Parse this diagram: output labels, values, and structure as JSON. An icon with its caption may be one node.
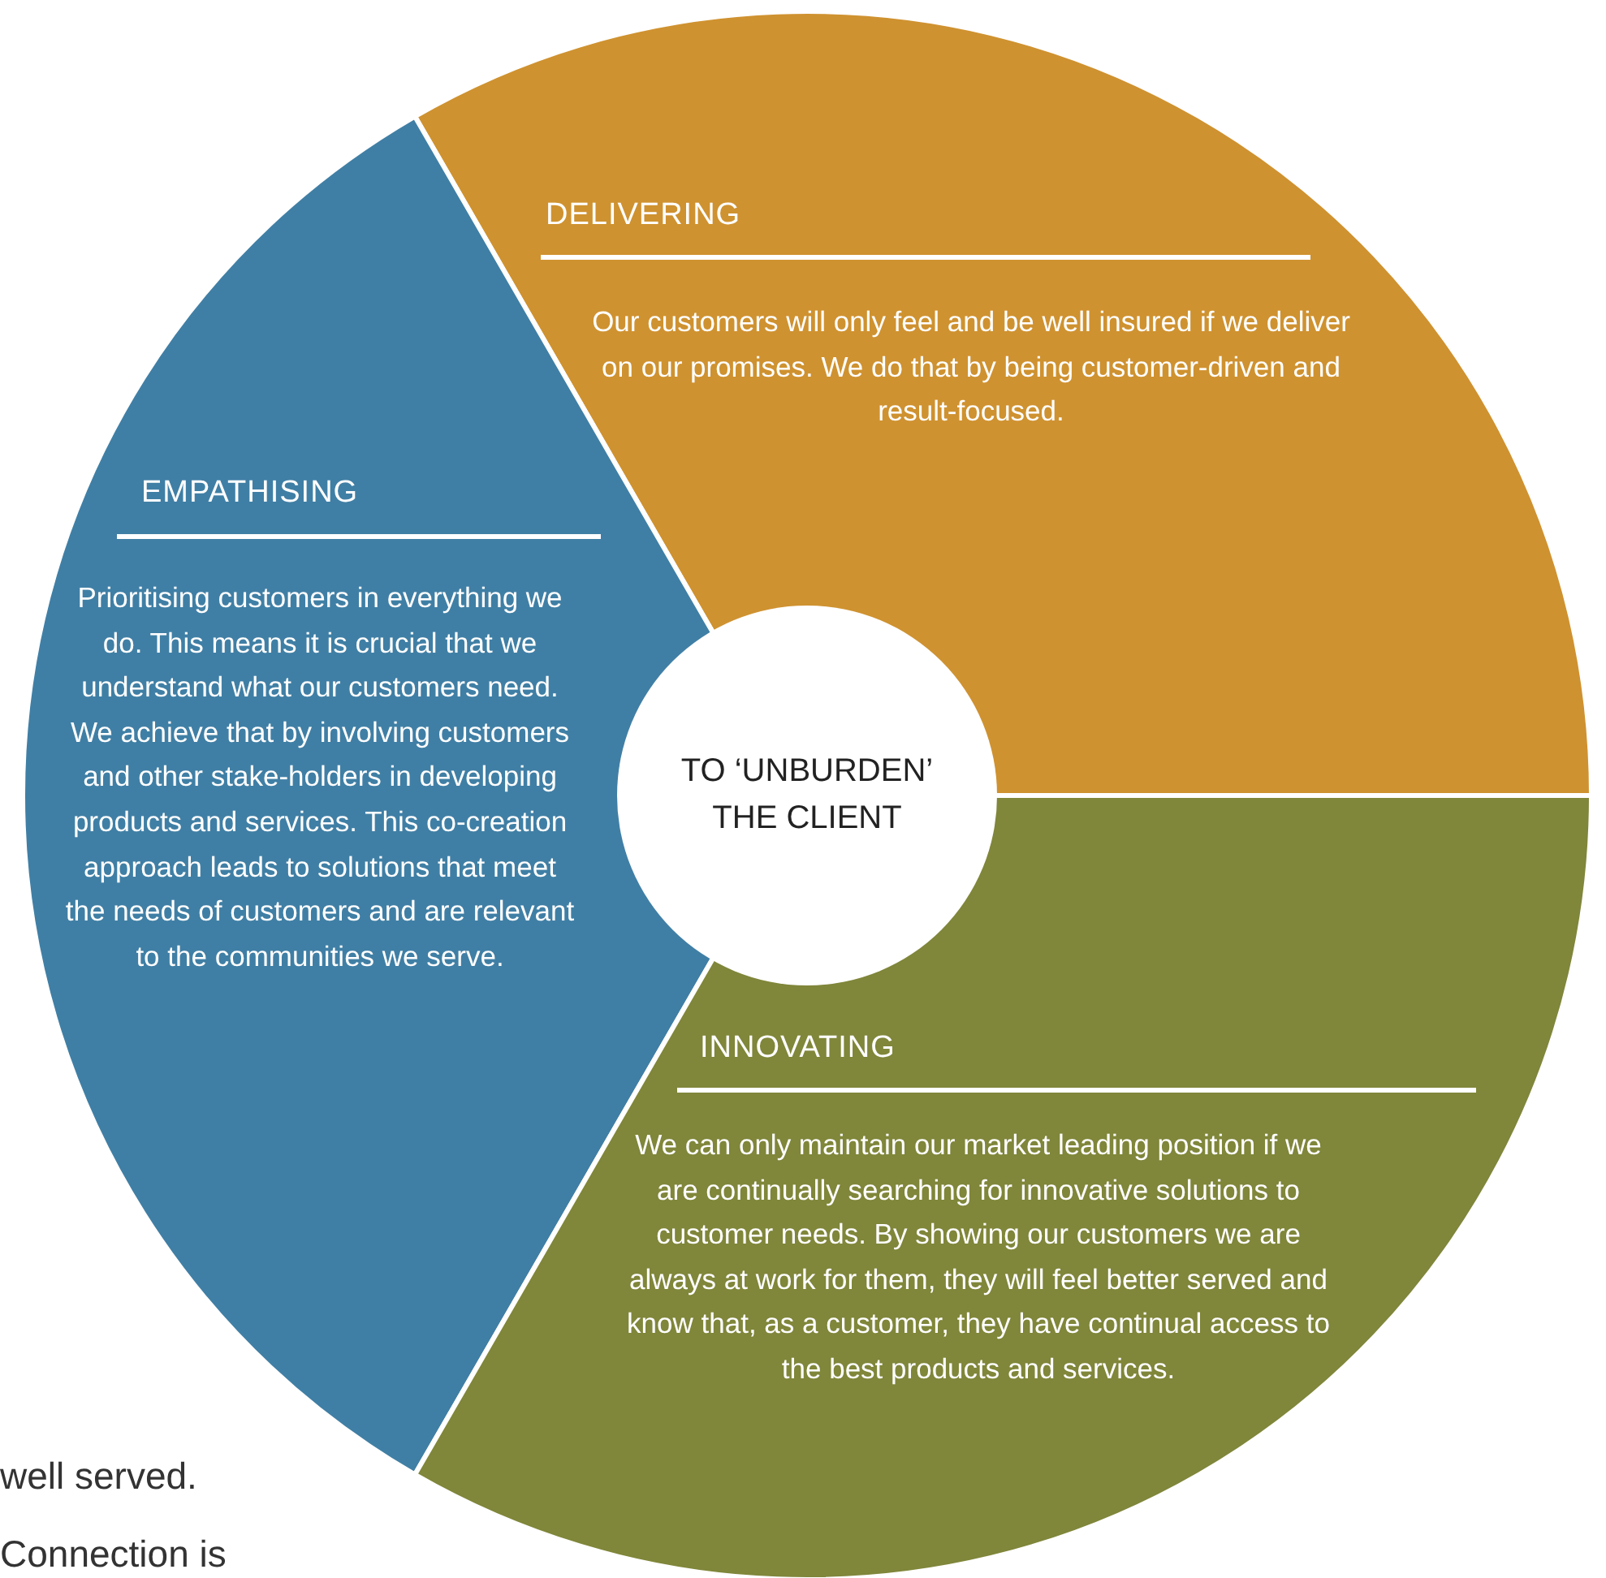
{
  "diagram": {
    "nodes": [
      {
        "text": [
          "DELIVERING",
          "Our customers will only feel and be well insured if we deliver on our promises. We do that by being customer-driven and result-focused."
        ]
      },
      {
        "text": [
          "EMPATHISING",
          "Prioritising customers in everything we do. This means it is crucial that we understand what our customers need. We achieve that by involving customers and other stake-holders in developing products and services. This co-creation approach leads to solutions that meet the needs of customers and are relevant to the communities we serve."
        ]
      },
      {
        "text": [
          "INNOVATING",
          "We can only maintain our market leading position if we are continually searching for innovative solutions to customer needs. By showing our customers we are always at work for them, they will feel better served and know that, as a customer, they have continual access to the best products and services."
        ]
      },
      {
        "text": [
          "TO ‘UNBURDEN’ THE CLIENT"
        ]
      }
    ],
    "labels": [
      "well served.",
      "Connection is"
    ]
  }
}
